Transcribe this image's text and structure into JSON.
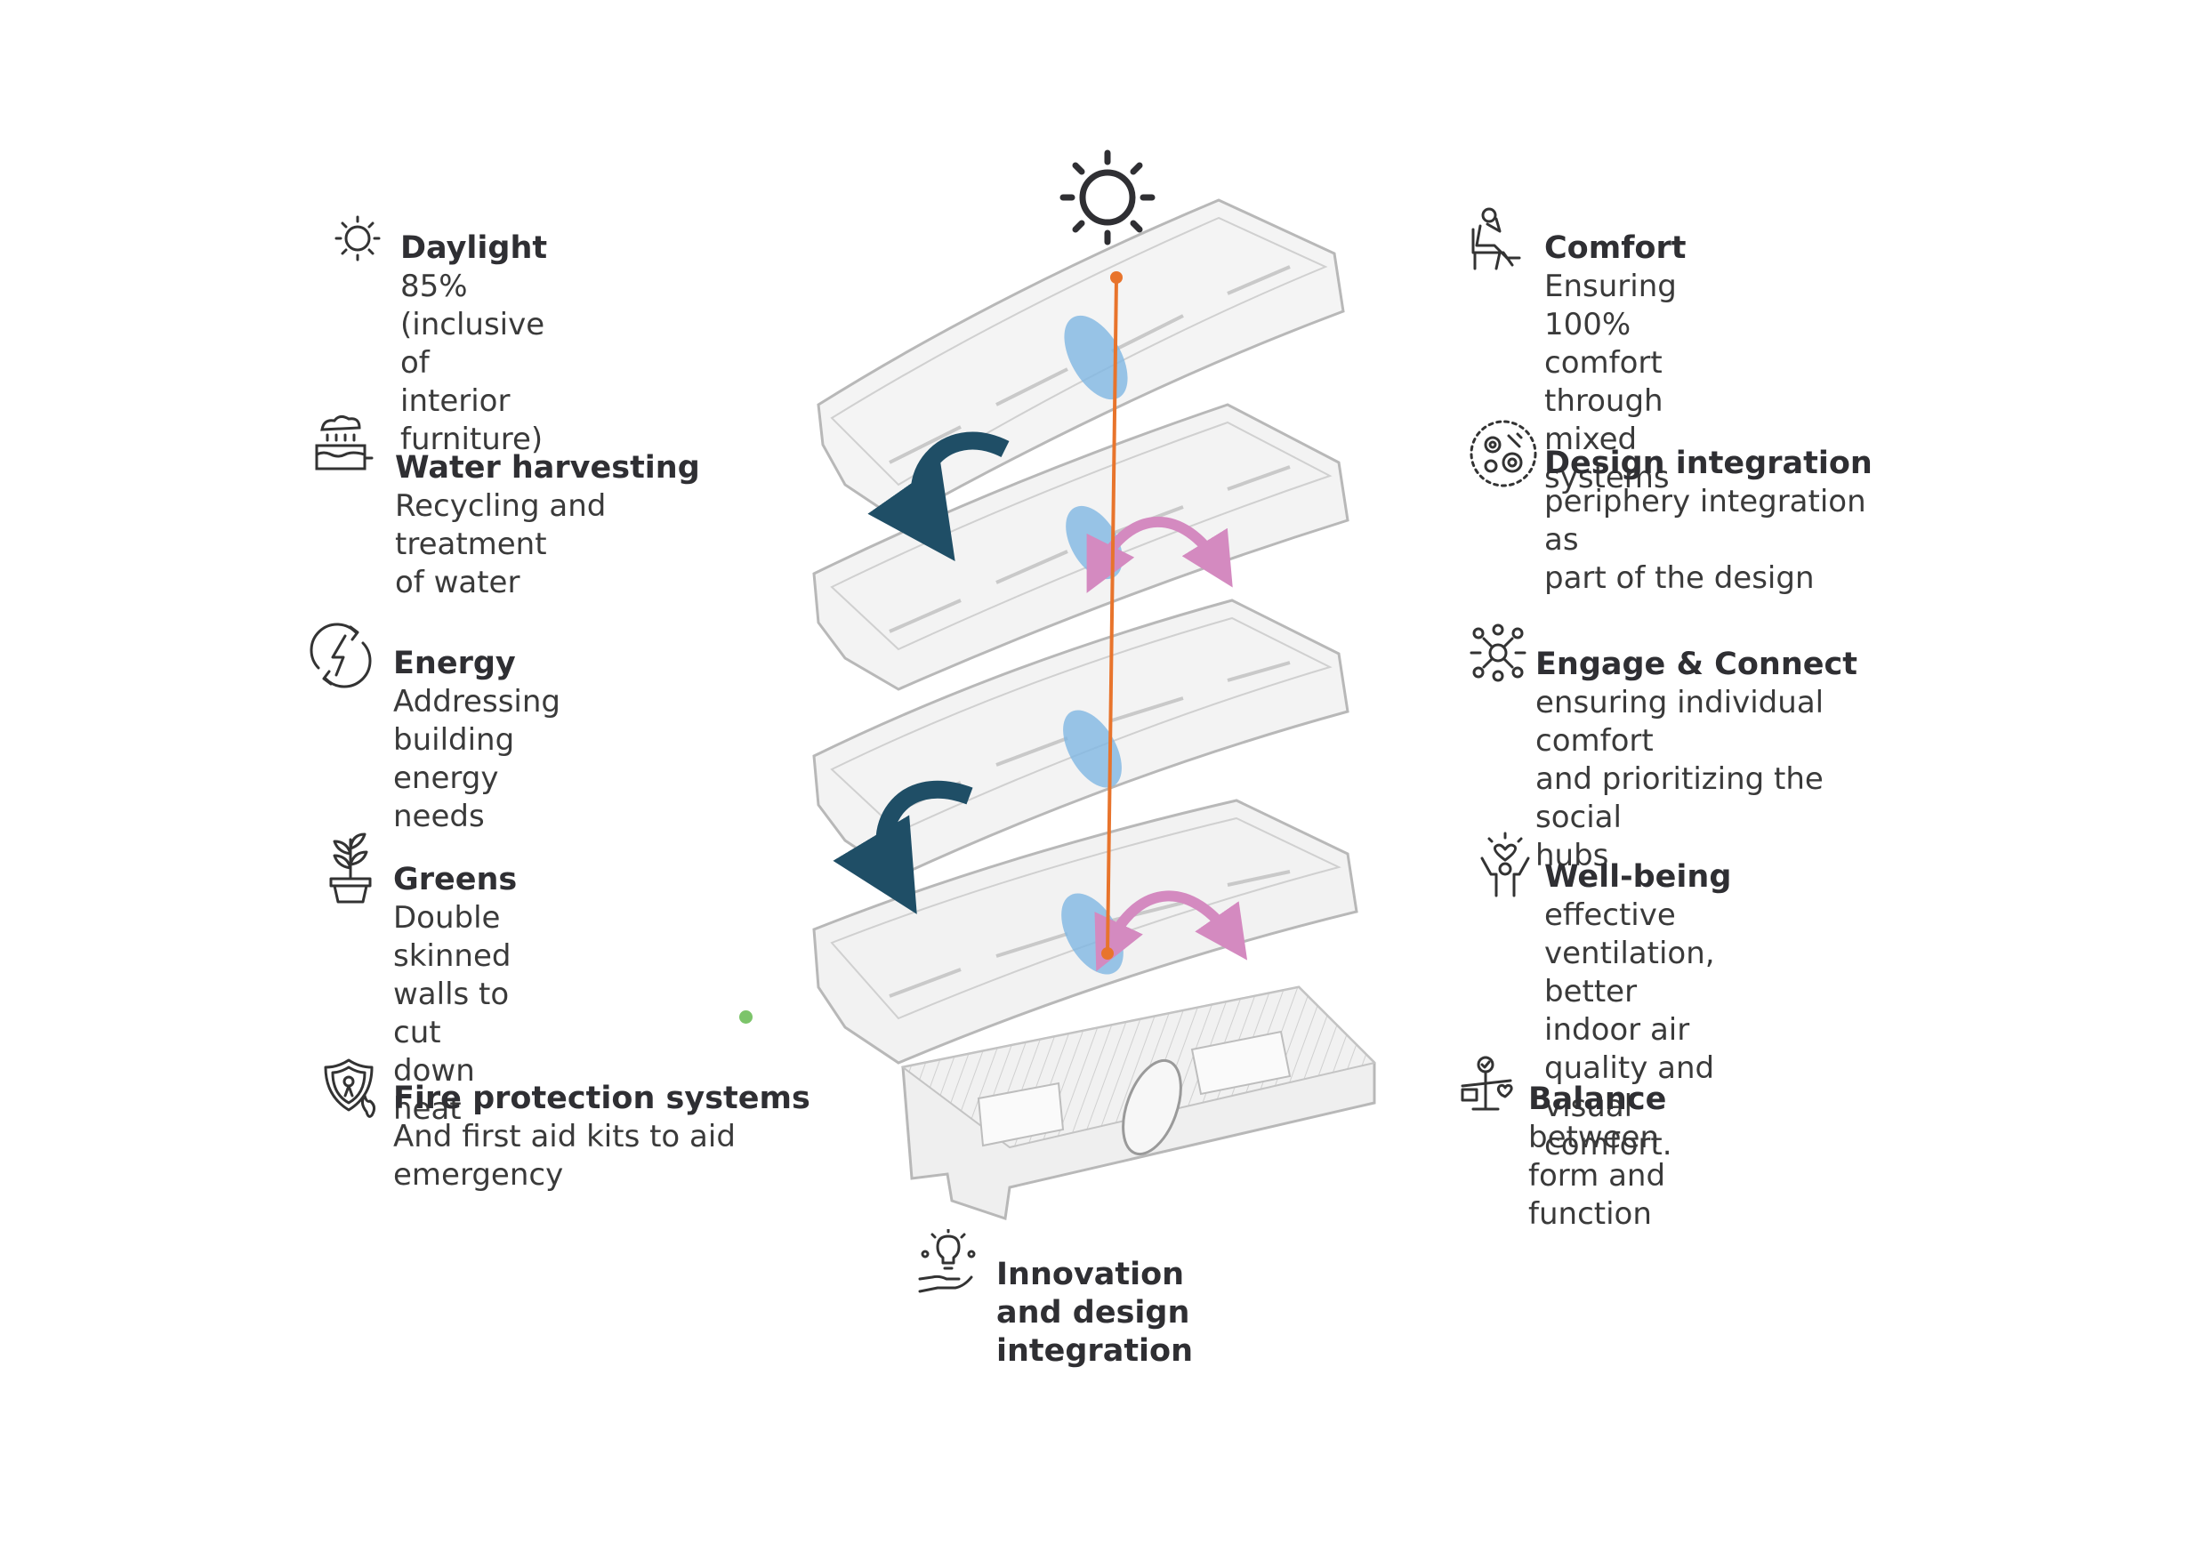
{
  "features": {
    "daylight": {
      "title": "Daylight",
      "desc": "85%(inclusive of\ninterior furniture)"
    },
    "water": {
      "title": "Water harvesting",
      "desc": "Recycling and treatment\nof water"
    },
    "energy": {
      "title": "Energy",
      "desc": "Addressing building\nenergy needs"
    },
    "greens": {
      "title": "Greens",
      "desc": "Double skinned walls to\ncut down heat"
    },
    "fire": {
      "title": "Fire protection systems",
      "desc": "And first aid kits to aid\nemergency"
    },
    "comfort": {
      "title": "Comfort",
      "desc": "Ensuring 100% comfort\nthrough mixed systems"
    },
    "design": {
      "title": "Design integration",
      "desc": "periphery integration as\npart of the design"
    },
    "engage": {
      "title": "Engage & Connect",
      "desc": "ensuring individual comfort\nand prioritizing  the social\nhubs"
    },
    "wellbeing": {
      "title": "Well-being",
      "desc": "effective ventilation, better\nindoor air quality and visual\ncomfort."
    },
    "balance": {
      "title": "Balance",
      "desc": "between form and function"
    },
    "innovation": {
      "title": "Innovation and design\nintegration"
    }
  },
  "icons": {
    "daylight": "sun-icon",
    "water": "rain-water-tank-icon",
    "energy": "energy-cycle-icon",
    "greens": "potted-plant-icon",
    "fire": "fire-shield-icon",
    "comfort": "person-reclining-chair-icon",
    "design": "gears-circle-icon",
    "engage": "network-nodes-icon",
    "wellbeing": "person-heart-icon",
    "balance": "balance-scale-icon",
    "innovation": "lightbulb-hand-icon",
    "sun_top": "sun-icon"
  },
  "colors": {
    "text_dark": "#2f2f33",
    "text_body": "#3a3a3a",
    "icon": "#333333",
    "daylight_line": "#e8742c",
    "rotation_arrow": "#1f4e66",
    "air_arrow": "#d48ac0",
    "atrium": "#7fb6e2",
    "floor_fill": "#f3f3f3",
    "floor_edge": "#b8b8b8",
    "dot": "#7cc46a"
  }
}
